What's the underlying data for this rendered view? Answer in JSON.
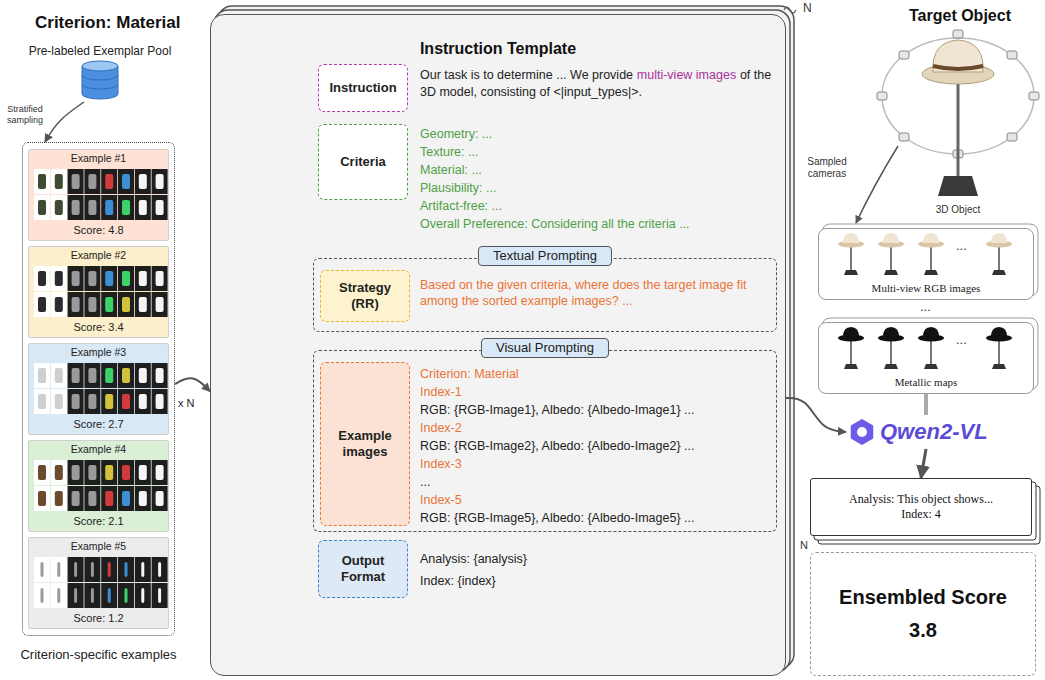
{
  "diagram": {
    "nodes": [
      {
        "text": [
          "Pre-labeled Exemplar Pool"
        ]
      },
      {
        "text": [
          "Criterion-specific examples"
        ]
      },
      {
        "text": [
          "Example #1",
          "Score: 4.8"
        ],
        "in": 1
      },
      {
        "text": [
          "Example #2",
          "Score: 3.4"
        ],
        "in": 1
      },
      {
        "text": [
          "Example #3",
          "Score: 2.7"
        ],
        "in": 1
      },
      {
        "text": [
          "Example #4",
          "Score: 2.1"
        ],
        "in": 1
      },
      {
        "text": [
          "Example #5",
          "Score: 1.2"
        ],
        "in": 1
      },
      {
        "text": [
          "Instruction Template"
        ]
      },
      {
        "text": [
          "Instruction"
        ],
        "in": 7
      },
      {
        "text": [
          "Criteria"
        ],
        "in": 7
      },
      {
        "text": [
          "Textual Prompting"
        ],
        "in": 7
      },
      {
        "text": [
          "Strategy (RR)"
        ],
        "in": 10
      },
      {
        "text": [
          "Visual Prompting"
        ],
        "in": 7
      },
      {
        "text": [
          "Example images"
        ],
        "in": 12
      },
      {
        "text": [
          "Output Format"
        ],
        "in": 7
      },
      {
        "text": [
          "Multi-view RGB images"
        ]
      },
      {
        "text": [
          "Metallic maps"
        ]
      },
      {
        "text": [
          "Qwen2-VL"
        ]
      },
      {
        "text": [
          "Analysis: This object shows...",
          "Index: 4"
        ]
      },
      {
        "text": [
          "Ensembled Score",
          "3.8"
        ]
      }
    ],
    "edges": [
      {
        "from": 0,
        "to": 1,
        "label": "Stratified sampling",
        "arrow": "to"
      },
      {
        "from": 1,
        "to": 7,
        "label": "x N",
        "arrow": "to"
      },
      {
        "from": 7,
        "to": 17,
        "arrow": "to"
      },
      {
        "from": 16,
        "to": 17,
        "arrow": "none"
      },
      {
        "from": 17,
        "to": 18,
        "arrow": "to"
      }
    ],
    "labels": [
      "Criterion: Material",
      "N",
      "Our task is to determine ... We provide",
      "multi-view images",
      "of the 3D model, consisting of <|input_types|>.",
      "Geometry: ...",
      "Texture: ...",
      "Material: ...",
      "Plausibility: ...",
      "Artifact-free: ...",
      "Overall Preference: Considering all the criteria ...",
      "Based on the given criteria, where does the target image fit among the sorted example images? ...",
      "Criterion: Material",
      "Index-1",
      "RGB: {RGB-Image1}, Albedo: {Albedo-Image1} ...",
      "Index-2",
      "RGB: {RGB-Image2}, Albedo: {Albedo-Image2} ...",
      "Index-3",
      "...",
      "Index-5",
      "RGB: {RGB-Image5}, Albedo: {Albedo-Image5} ...",
      "Analysis: {analysis}",
      "Index: {index}",
      "Target Object",
      "Sampled cameras",
      "3D Object",
      "...",
      "...",
      "...",
      "N"
    ]
  }
}
